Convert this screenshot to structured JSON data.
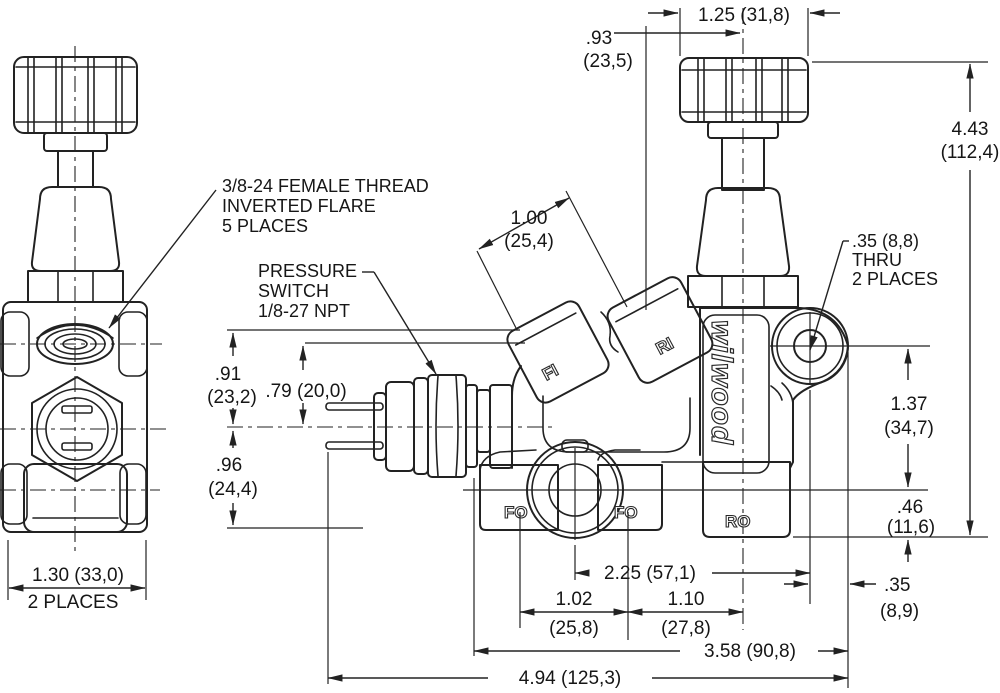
{
  "drawing": {
    "ink": "#222222",
    "background": "#ffffff",
    "logo": "wilwood",
    "port_labels": {
      "fi": "FI",
      "ri": "RI",
      "fo_left": "FO",
      "fo_right": "FO",
      "ro": "RO"
    },
    "notes": {
      "thread": {
        "line1": "3/8-24 FEMALE THREAD",
        "line2": "INVERTED FLARE",
        "line3": "5 PLACES"
      },
      "pressure_switch": {
        "line1": "PRESSURE",
        "line2": "SWITCH",
        "line3": "1/8-27 NPT"
      },
      "mounting_hole": {
        "line1": ".35 (8,8)",
        "line2": "THRU",
        "line3": "2 PLACES"
      }
    },
    "dims": {
      "knob_width": "1.25 (31,8)",
      "stem_offset_in": ".93",
      "stem_offset_mm": "(23,5)",
      "overall_height_in": "4.43",
      "overall_height_mm": "(112,4)",
      "port_spacing_in": "1.00",
      "port_spacing_mm": "(25,4)",
      "upper_offset_in": ".91",
      "upper_offset_mm": "(23,2)",
      "switch_offset": ".79 (20,0)",
      "lower_offset_in": ".96",
      "lower_offset_mm": "(24,4)",
      "hole_to_center_in": "1.37",
      "hole_to_center_mm": "(34,7)",
      "base_height_in": ".46",
      "base_height_mm": "(11,6)",
      "side_width": "1.30 (33,0)",
      "side_width_note": "2 PLACES",
      "center_to_hole": "2.25 (57,1)",
      "fo_spacing_in": "1.02",
      "fo_spacing_mm": "(25,8)",
      "fo_to_ro_in": "1.10",
      "fo_to_ro_mm": "(27,8)",
      "hole_to_edge_in": ".35",
      "hole_to_edge_mm": "(8,9)",
      "body_length": "3.58 (90,8)",
      "overall_length": "4.94 (125,3)"
    }
  }
}
